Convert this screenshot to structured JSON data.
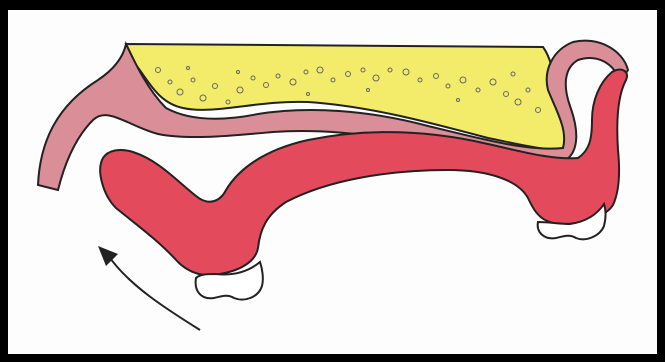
{
  "figure": {
    "colors": {
      "frame": "#000000",
      "background": "#fdfdfd",
      "bone": "#f2ec6a",
      "mucosa": "#d98e98",
      "denture_base": "#e34b5c",
      "teeth": "#ffffff",
      "outline": "#222222"
    },
    "parts": [
      "bone",
      "mucosa",
      "denture-base",
      "denture-teeth",
      "arrow"
    ]
  }
}
